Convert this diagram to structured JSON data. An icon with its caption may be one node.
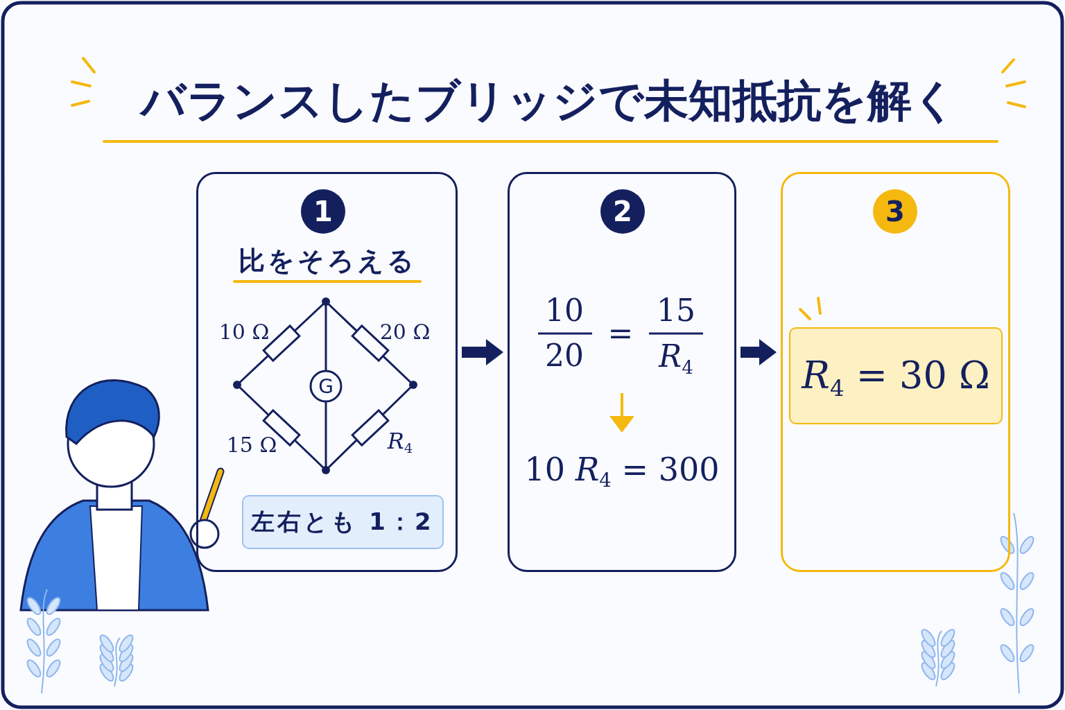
{
  "diagram": {
    "title": "バランスしたブリッジで未知抵抗を解く",
    "nodes": [
      {
        "text": [
          "比をそろえる"
        ]
      },
      {
        "text": [
          "1"
        ],
        "in": 0
      },
      {
        "text": [
          "左右とも 1：2"
        ],
        "in": 0
      },
      {
        "text": [
          "10",
          "20",
          "=",
          "15",
          "*R*$_{4}$",
          "10 *R*$_{4}$ = 300"
        ]
      },
      {
        "text": [
          "2"
        ],
        "in": 3
      },
      {
        "text": [],
        "shape": "box"
      },
      {
        "text": [
          "3"
        ],
        "in": 5
      },
      {
        "text": [
          "*R*$_{4}$ = 30 Ω"
        ],
        "in": 5
      }
    ],
    "edges": [
      {
        "from": 0,
        "to": 3,
        "arrow": "to"
      },
      {
        "from": 3,
        "to": 5,
        "arrow": "to"
      }
    ],
    "labels": [
      "10 Ω",
      "20 Ω",
      "G",
      "15 Ω",
      "*R*$_{4}$"
    ]
  }
}
